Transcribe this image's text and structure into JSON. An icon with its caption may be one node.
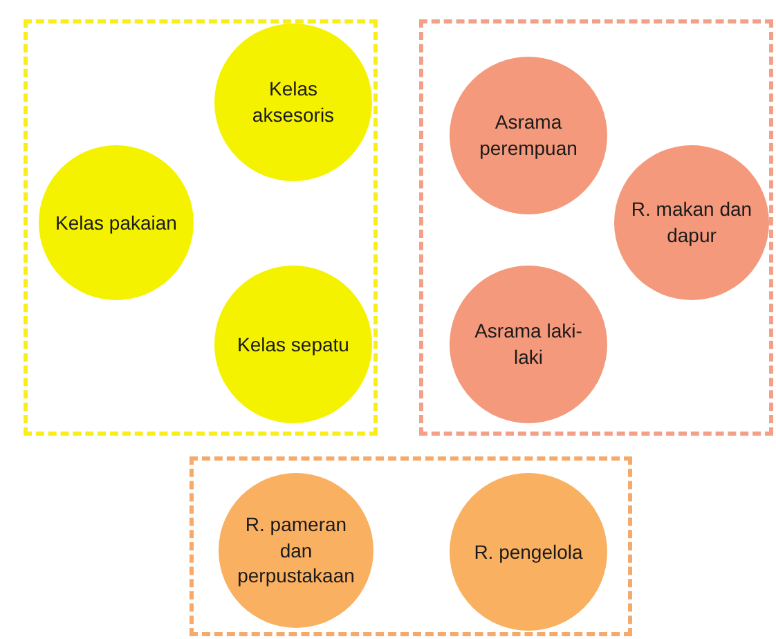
{
  "diagram": {
    "nodes": [
      {
        "text": [],
        "shape": "box"
      },
      {
        "text": [
          "Kelas aksesoris"
        ],
        "in": 0
      },
      {
        "text": [
          "Kelas pakaian"
        ],
        "in": 0
      },
      {
        "text": [
          "Kelas sepatu"
        ],
        "in": 0
      },
      {
        "text": [],
        "shape": "box"
      },
      {
        "text": [
          "Asrama perempuan"
        ],
        "in": 4
      },
      {
        "text": [
          "R. makan dan dapur"
        ],
        "in": 4
      },
      {
        "text": [
          "Asrama laki-laki"
        ],
        "in": 4
      },
      {
        "text": [],
        "shape": "box"
      },
      {
        "text": [
          "R. pameran dan perpustakaan"
        ],
        "in": 8
      },
      {
        "text": [
          "R. pengelola"
        ],
        "in": 8
      }
    ]
  }
}
